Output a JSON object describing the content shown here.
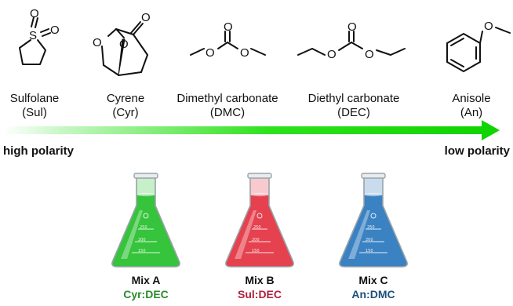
{
  "solvents": [
    {
      "name": "Sulfolane",
      "abbr": "(Sul)"
    },
    {
      "name": "Cyrene",
      "abbr": "(Cyr)"
    },
    {
      "name": "Dimethyl carbonate",
      "abbr": "(DMC)"
    },
    {
      "name": "Diethyl carbonate",
      "abbr": "(DEC)"
    },
    {
      "name": "Anisole",
      "abbr": "(An)"
    }
  ],
  "atoms": {
    "oxygen": "O",
    "sulfur": "S"
  },
  "arrow": {
    "left_label": "high polarity",
    "right_label": "low polarity"
  },
  "mixes": [
    {
      "title": "Mix A",
      "solvents": "Cyr:DEC",
      "color": "#2c8a2c",
      "liquid": "#35c43b"
    },
    {
      "title": "Mix B",
      "solvents": "Sul:DEC",
      "color": "#b0213d",
      "liquid": "#e5414f"
    },
    {
      "title": "Mix C",
      "solvents": "An:DMC",
      "color": "#1d4f7a",
      "liquid": "#3a82c2"
    }
  ],
  "flask_marks": {
    "top": "250",
    "mid": "200",
    "bottom": "150"
  }
}
